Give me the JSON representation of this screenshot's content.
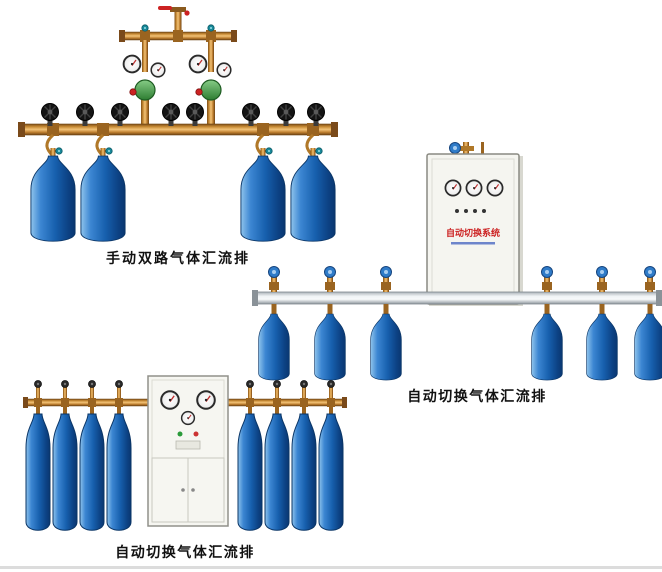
{
  "page": {
    "background": "#ffffff",
    "description_items": 3
  },
  "products": {
    "manual_dual": {
      "caption": "手动双路气体汇流排"
    },
    "auto_right": {
      "caption": "自动切换气体汇流排",
      "cabinet_label": "自动切换系统"
    },
    "auto_bottom": {
      "caption": "自动切换气体汇流排"
    }
  },
  "colors": {
    "brass": "#c8862f",
    "brass_dark": "#7a4a1a",
    "cylinder_blue": "#1a5fb4",
    "manifold_silver": "#cfd5d9",
    "cabinet": "#f5f5f0",
    "caption_text": "#111111",
    "cabinet_label_red": "#cc2222",
    "knob_blue": "#2f7bc8",
    "knob_teal": "#17899a"
  }
}
